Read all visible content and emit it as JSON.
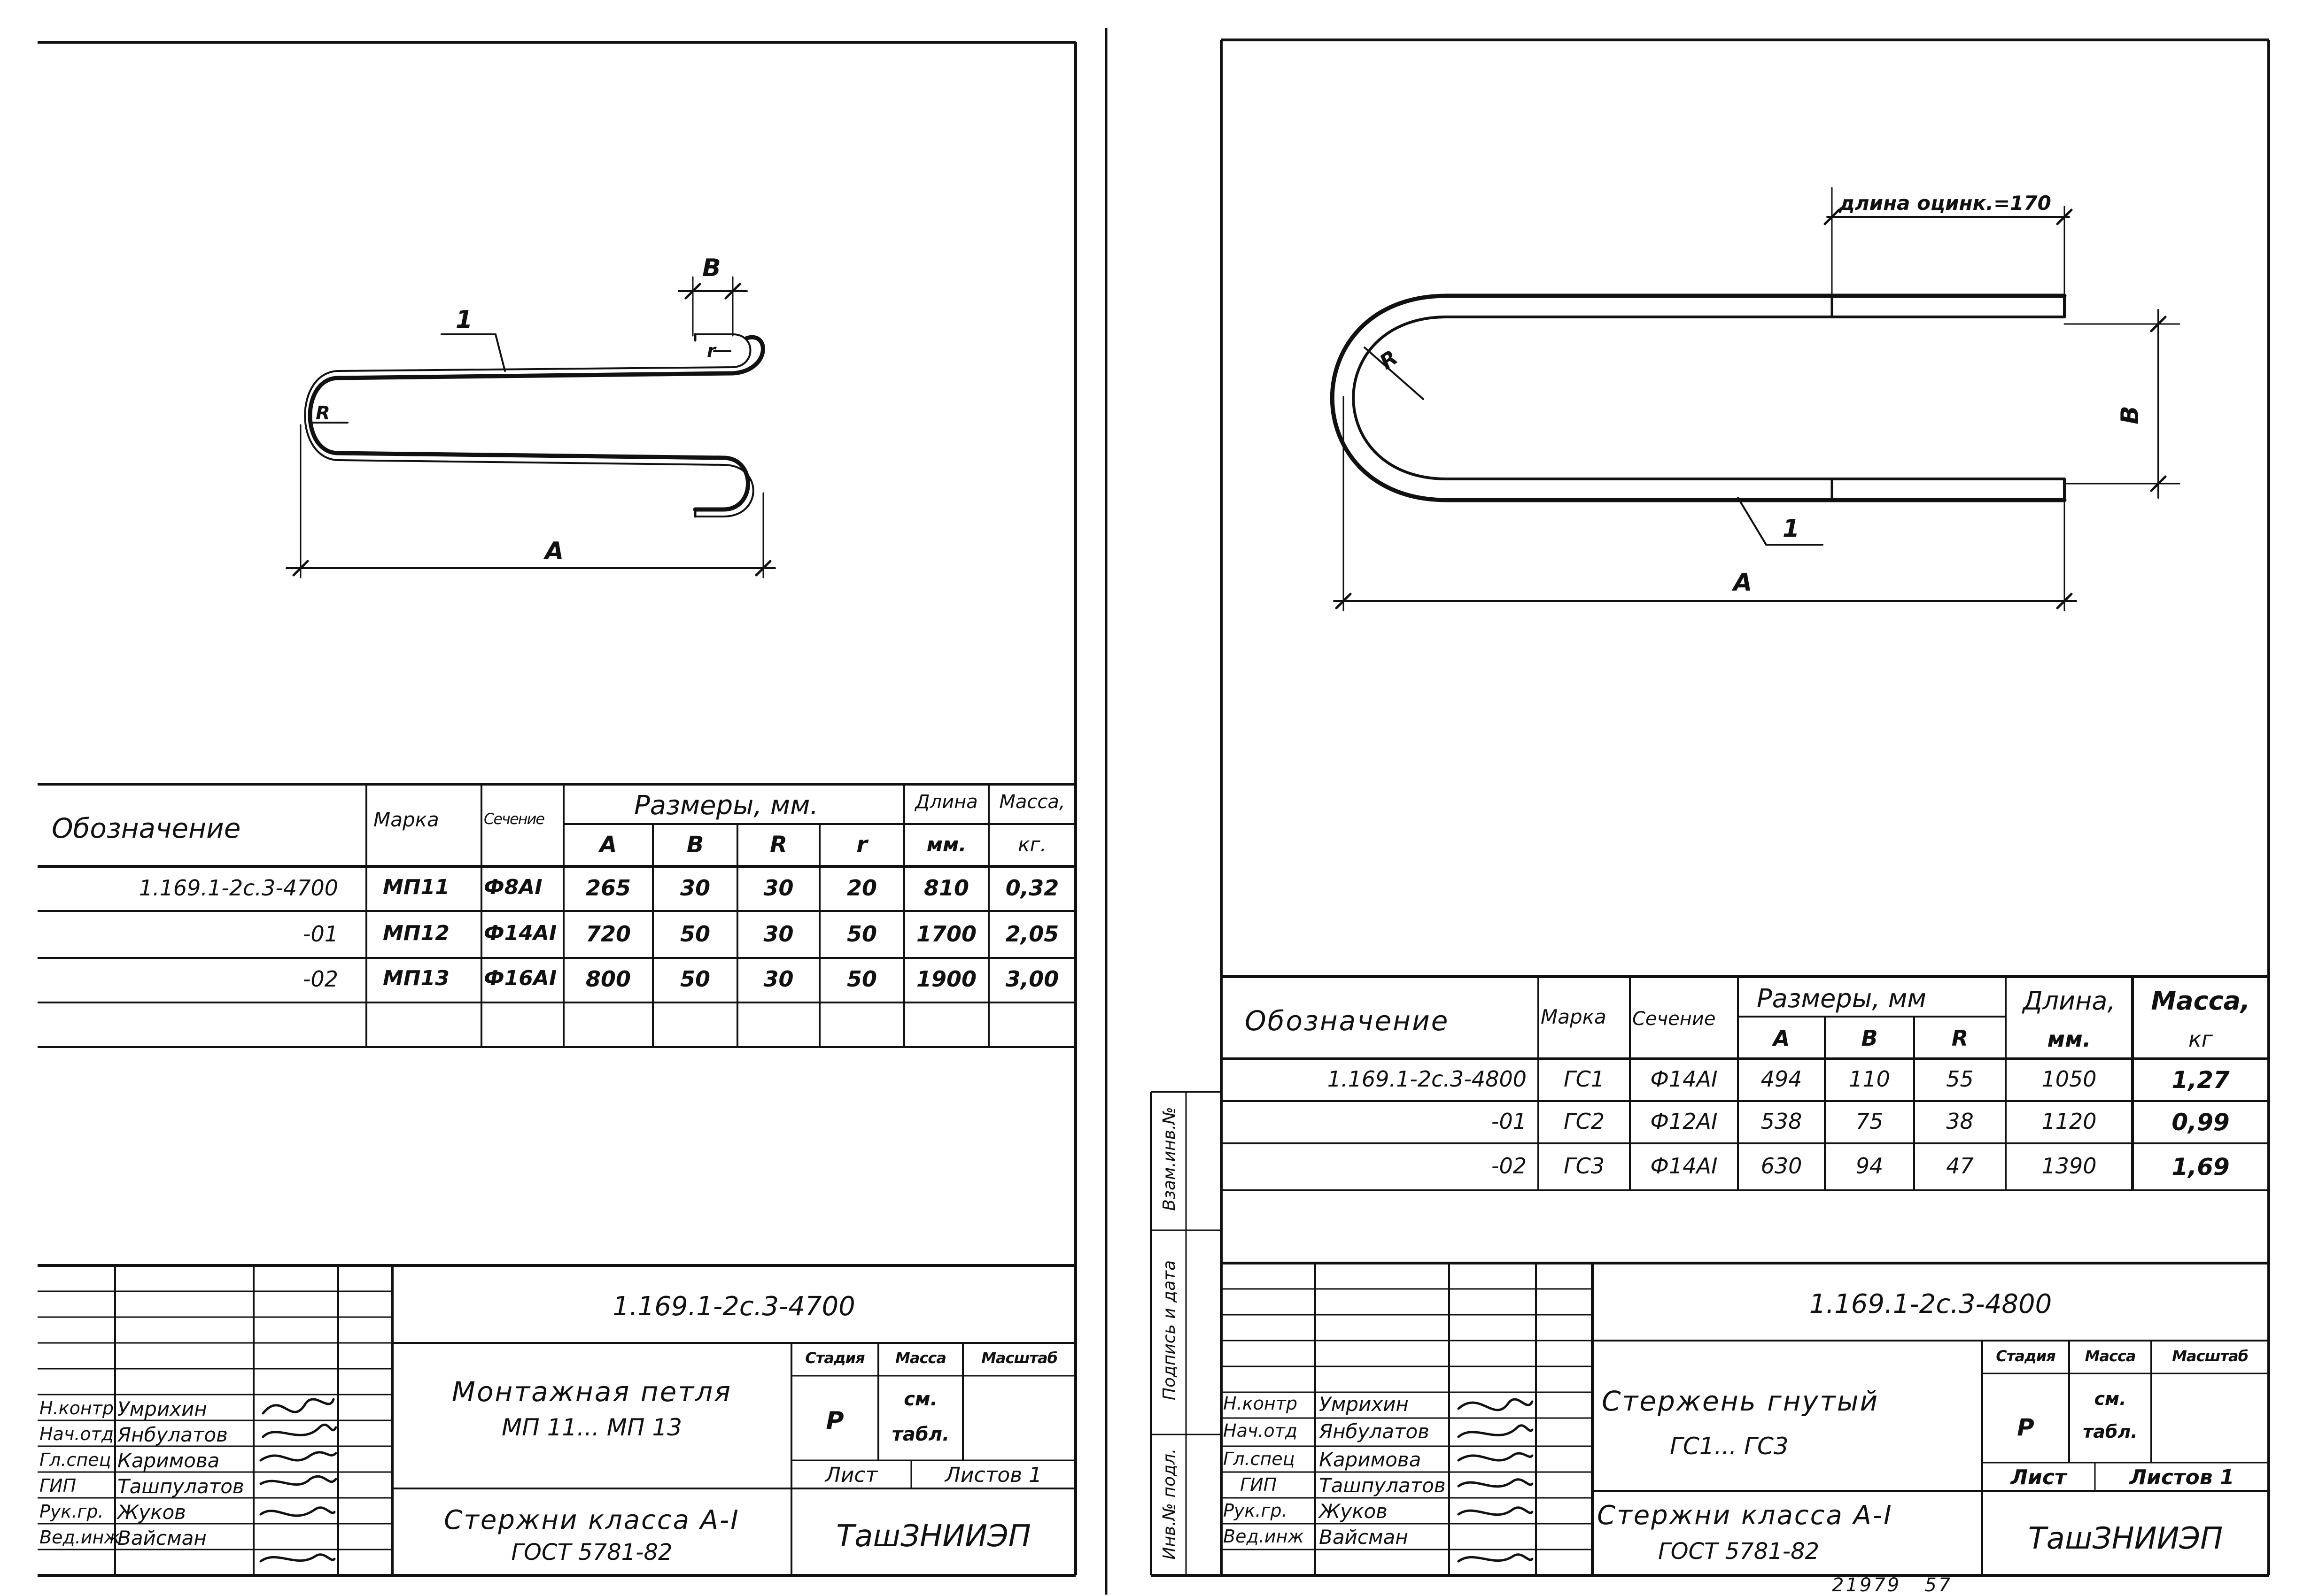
{
  "left_sheet": {
    "drawing": {
      "labels": {
        "pos": "1",
        "A": "A",
        "B": "B",
        "R": "R",
        "r": "r"
      }
    },
    "table": {
      "header": {
        "designation": "Обозначение",
        "mark": "Марка",
        "section": "Сечение",
        "dims": "Размеры, мм.",
        "dim_A": "A",
        "dim_B": "B",
        "dim_R": "R",
        "dim_r": "r",
        "length_1": "Длина",
        "length_2": "мм.",
        "mass_1": "Масса,",
        "mass_2": "кг."
      },
      "rows": [
        {
          "designation": "1.169.1-2с.3-4700",
          "mark": "МП11",
          "section": "Ф8АI",
          "A": "265",
          "B": "30",
          "R": "30",
          "r": "20",
          "length": "810",
          "mass": "0,32"
        },
        {
          "designation": "-01",
          "mark": "МП12",
          "section": "Ф14АI",
          "A": "720",
          "B": "50",
          "R": "30",
          "r": "50",
          "length": "1700",
          "mass": "2,05"
        },
        {
          "designation": "-02",
          "mark": "МП13",
          "section": "Ф16АI",
          "A": "800",
          "B": "50",
          "R": "30",
          "r": "50",
          "length": "1900",
          "mass": "3,00"
        }
      ]
    },
    "stamp": {
      "doc_code": "1.169.1-2с.3-4700",
      "title_1": "Монтажная петля",
      "title_2": "МП 11... МП 13",
      "subtitle_1": "Стержни класса А-I",
      "subtitle_2": "ГОСТ 5781-82",
      "stage_label": "Стадия",
      "mass_label": "Масса",
      "scale_label": "Масштаб",
      "stage_value": "Р",
      "mass_value_1": "см.",
      "mass_value_2": "табл.",
      "sheet_label": "Лист",
      "sheets_label": "Листов 1",
      "org": "ТашЗНИИЭП",
      "staff": [
        {
          "role": "Н.контр",
          "name": "Умрихин"
        },
        {
          "role": "Нач.отд",
          "name": "Янбулатов"
        },
        {
          "role": "Гл.спец",
          "name": "Каримова"
        },
        {
          "role": "ГИП",
          "name": "Ташпулатов"
        },
        {
          "role": "Рук.гр.",
          "name": "Жуков"
        },
        {
          "role": "Вед.инж",
          "name": "Вайсман"
        }
      ]
    }
  },
  "right_sheet": {
    "drawing": {
      "labels": {
        "galv": "длина оцинк.=170",
        "pos": "1",
        "A": "A",
        "B": "B",
        "R": "R"
      }
    },
    "table": {
      "header": {
        "designation": "Обозначение",
        "mark": "Марка",
        "section": "Сечение",
        "dims": "Размеры, мм",
        "dim_A": "A",
        "dim_B": "B",
        "dim_R": "R",
        "length_1": "Длина,",
        "length_2": "мм.",
        "mass_1": "Масса,",
        "mass_2": "кг"
      },
      "rows": [
        {
          "designation": "1.169.1-2с.3-4800",
          "mark": "ГС1",
          "section": "Ф14АI",
          "A": "494",
          "B": "110",
          "R": "55",
          "length": "1050",
          "mass": "1,27"
        },
        {
          "designation": "-01",
          "mark": "ГС2",
          "section": "Ф12АI",
          "A": "538",
          "B": "75",
          "R": "38",
          "length": "1120",
          "mass": "0,99"
        },
        {
          "designation": "-02",
          "mark": "ГС3",
          "section": "Ф14АI",
          "A": "630",
          "B": "94",
          "R": "47",
          "length": "1390",
          "mass": "1,69"
        }
      ]
    },
    "side_labels": {
      "inv_podl": "Инв.№ подл.",
      "podpis": "Подпись и дата",
      "vzam": "Взам.инв.№"
    },
    "stamp": {
      "doc_code": "1.169.1-2с.3-4800",
      "title_1": "Стержень гнутый",
      "title_2": "ГС1... ГС3",
      "subtitle_1": "Стержни класса А-I",
      "subtitle_2": "ГОСТ 5781-82",
      "stage_label": "Стадия",
      "mass_label": "Масса",
      "scale_label": "Масштаб",
      "stage_value": "Р",
      "mass_value_1": "см.",
      "mass_value_2": "табл.",
      "sheet_label": "Лист",
      "sheets_label": "Листов 1",
      "org": "ТашЗНИИЭП",
      "staff": [
        {
          "role": "Н.контр",
          "name": "Умрихин"
        },
        {
          "role": "Нач.отд",
          "name": "Янбулатов"
        },
        {
          "role": "Гл.спец",
          "name": "Каримова"
        },
        {
          "role": "ГИП",
          "name": "Ташпулатов"
        },
        {
          "role": "Рук.гр.",
          "name": "Жуков"
        },
        {
          "role": "Вед.инж",
          "name": "Вайсман"
        }
      ]
    },
    "page_footer": "21979   57"
  }
}
